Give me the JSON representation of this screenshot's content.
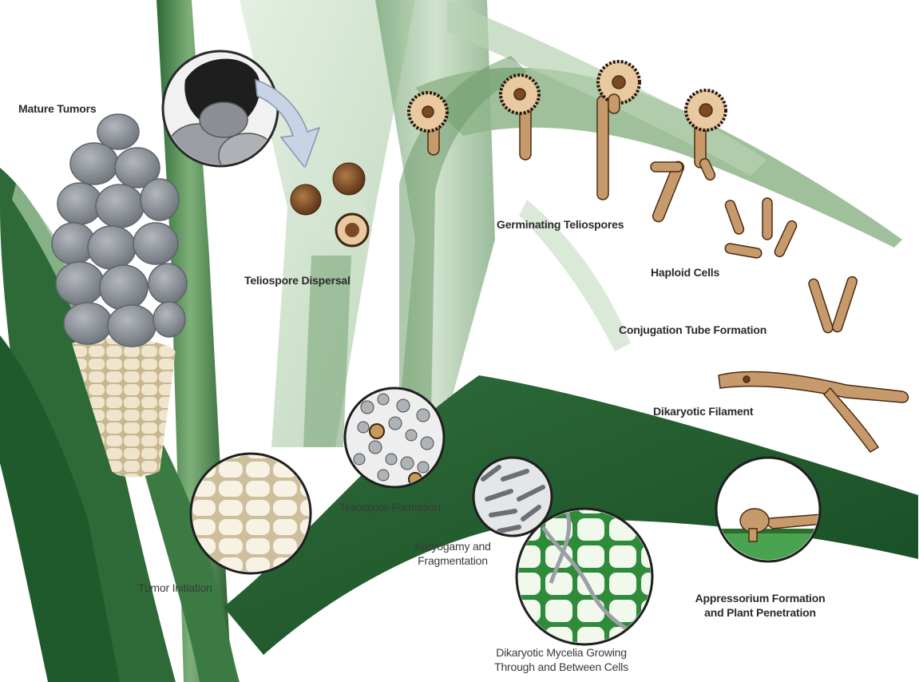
{
  "diagram": {
    "labels": {
      "mature_tumors": "Mature Tumors",
      "teliospore_dispersal": "Teliospore  Dispersal",
      "germinating_teliospores": "Germinating Teliospores",
      "haploid_cells": "Haploid Cells",
      "conjugation_tube_formation": "Conjugation Tube Formation",
      "dikaryotic_filament": "Dikaryotic Filament",
      "teliospore_formation": "Teliospore Formation",
      "karyogamy_line1": "Karyogamy and",
      "karyogamy_line2": "Fragmentation",
      "tumor_initiation": "Tumor Initiation",
      "appressorium_line1": "Appressorium Formation",
      "appressorium_line2": "and Plant Penetration",
      "mycelia_line1": "Dikaryotic Mycelia Growing",
      "mycelia_line2": "Through and Between Cells"
    },
    "colors": {
      "leaf_dark": "#1f5a2c",
      "leaf_mid": "#3d7a45",
      "leaf_pale": "#a9c9a6",
      "tumor_gray": "#8e939a",
      "kernel": "#e8dcc0",
      "spore_brown": "#8a5a33",
      "hypha_tan": "#c69a6b"
    }
  }
}
